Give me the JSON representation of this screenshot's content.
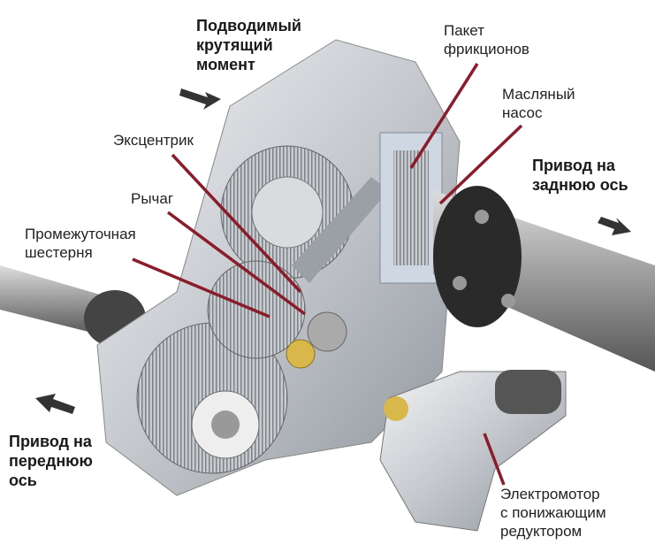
{
  "labels": {
    "input_torque": "Подводимый\nкрутящий\nмомент",
    "clutch_pack": "Пакет\nфрикционов",
    "oil_pump": "Масляный\nнасос",
    "rear_drive": "Привод на\nзаднюю ось",
    "eccentric": "Эксцентрик",
    "lever": "Рычаг",
    "intermediate_gear": "Промежуточная\nшестерня",
    "front_drive": "Привод на\nпереднюю\nось",
    "motor": "Электромотор\nс понижающим\nредуктором"
  },
  "colors": {
    "leader": "#8a1c2c",
    "arrow": "#333333",
    "metal": "#b8bcc2",
    "dark": "#2a2a2a"
  }
}
